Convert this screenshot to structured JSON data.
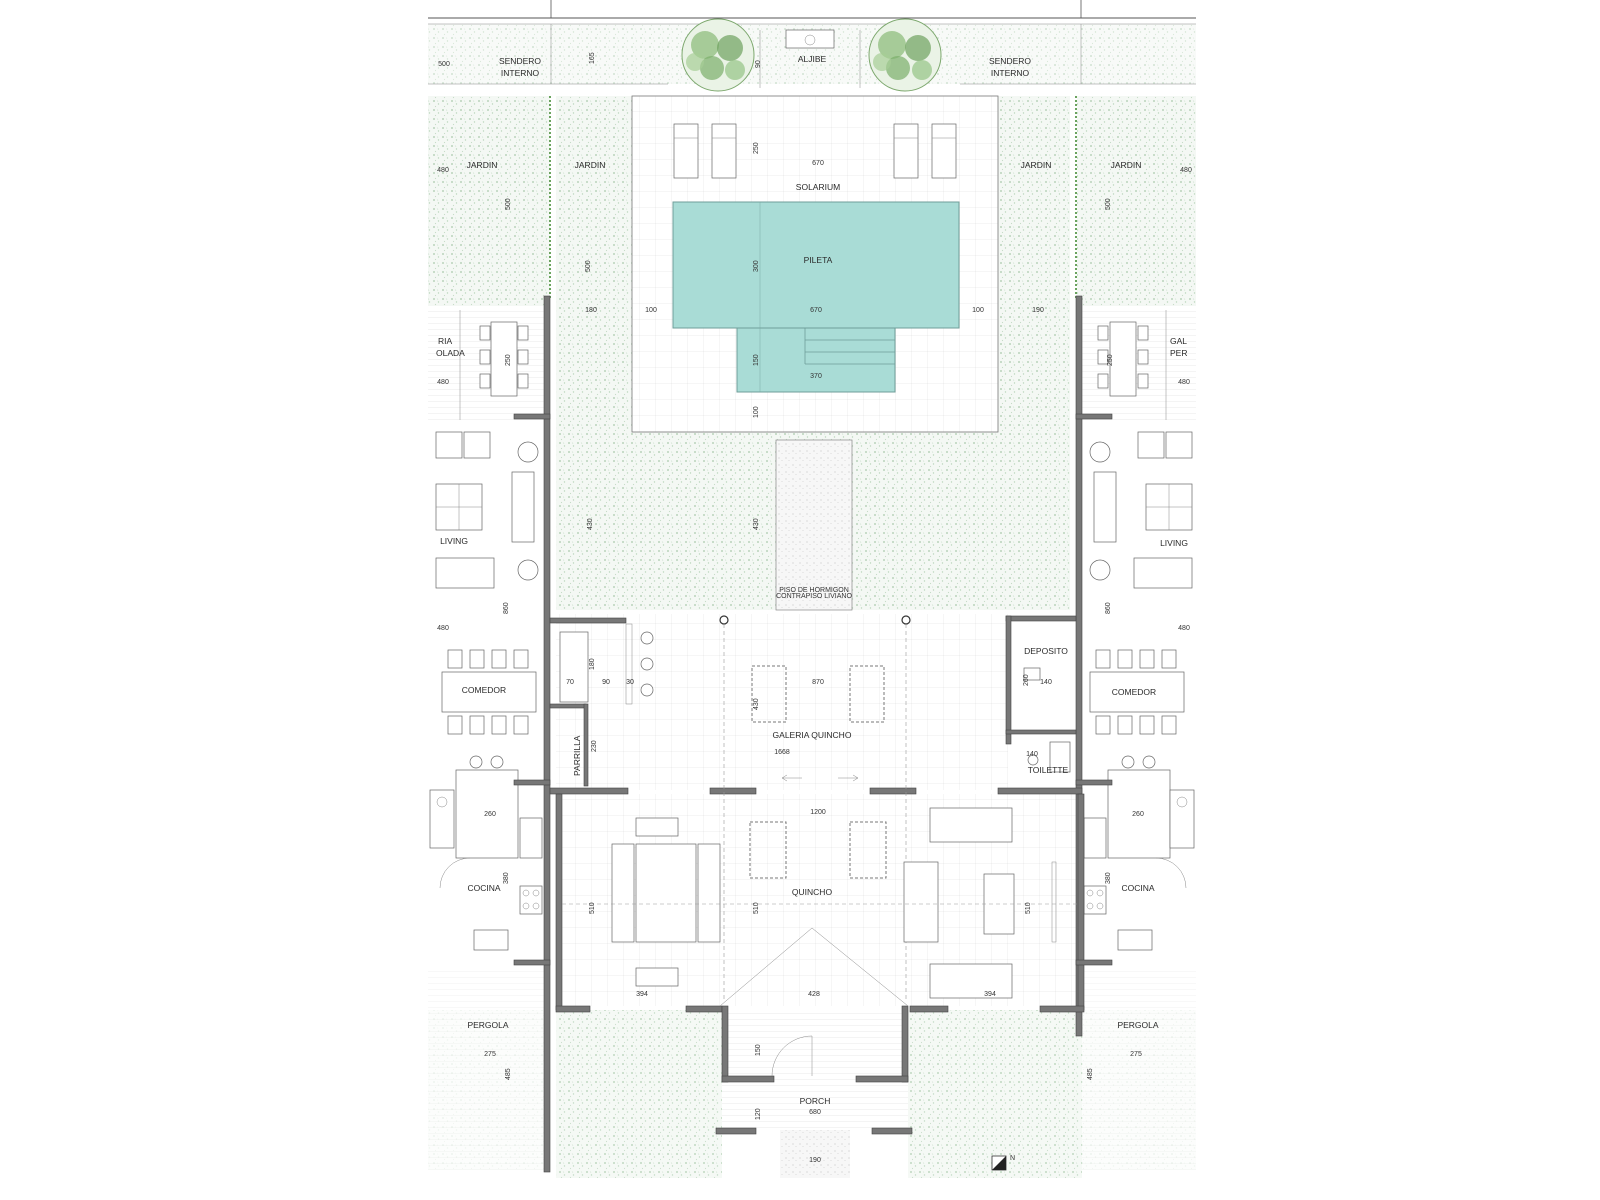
{
  "labels": {
    "sendero_left": [
      "SENDERO",
      "INTERNO"
    ],
    "sendero_right": [
      "SENDERO",
      "INTERNO"
    ],
    "aljibe": "ALJIBE",
    "jardin_1": "JARDIN",
    "jardin_2": "JARDIN",
    "jardin_3": "JARDIN",
    "jardin_4": "JARDIN",
    "solarium": "SOLARIUM",
    "pileta": "PILETA",
    "galeria_left": [
      "RIA",
      "OLADA"
    ],
    "galeria_right": [
      "GAL",
      "PER"
    ],
    "living_left": "LIVING",
    "living_right": "LIVING",
    "comedor_left": "COMEDOR",
    "comedor_right": "COMEDOR",
    "deposito": "DEPOSITO",
    "toilette": "TOILETTE",
    "parrilla": "PARRILLA",
    "galeria_quincho": "GALERIA QUINCHO",
    "quincho": "QUINCHO",
    "cocina_left": "COCINA",
    "cocina_right": "COCINA",
    "pergola_left": "PERGOLA",
    "pergola_right": "PERGOLA",
    "porch": "PORCH",
    "path_note": [
      "PISO DE HORMIGON",
      "CONTRAPISO LIVIANO"
    ],
    "north": "N"
  },
  "dims": {
    "d500_top": "500",
    "d165_top": "165",
    "d90_top": "90",
    "d480_tl": "480",
    "d480_tr": "480",
    "d500_l": "500",
    "d500_r": "500",
    "d250_sol": "250",
    "d670_sol": "670",
    "d500_jl": "500",
    "d300_pool": "300",
    "d180_l": "180",
    "d100_l": "100",
    "d670_pool": "670",
    "d100_r": "100",
    "d190_r": "190",
    "d250_gl": "250",
    "d250_gr": "250",
    "d480_gl": "480",
    "d480_gr": "480",
    "d150_step": "150",
    "d370_step": "370",
    "d100_below": "100",
    "d430_l": "430",
    "d430_c": "430",
    "d860_l": "860",
    "d860_r": "860",
    "d480_ml": "480",
    "d480_mr": "480",
    "d70": "70",
    "d180_p": "180",
    "d90_p": "90",
    "d30_p": "30",
    "d870": "870",
    "d430_g": "430",
    "d230_p": "230",
    "d260_dep": "260",
    "d140_dep": "140",
    "d140_toi": "140",
    "d1668": "1668",
    "d1200": "1200",
    "d260_cl": "260",
    "d260_cr": "260",
    "d380_cl": "380",
    "d380_cr": "380",
    "d510_a": "510",
    "d510_b": "510",
    "d510_c": "510",
    "d394_l": "394",
    "d428": "428",
    "d394_r": "394",
    "d275_l": "275",
    "d275_r": "275",
    "d485_l": "485",
    "d485_r": "485",
    "d150_porch": "150",
    "d120_porch": "120",
    "d680_porch": "680",
    "d190_bottom": "190"
  },
  "colors": {
    "pool": "#a9dcd6",
    "garden_dots": "#bcd6bf",
    "walls": "#777777",
    "trees": "#5f9a55"
  }
}
